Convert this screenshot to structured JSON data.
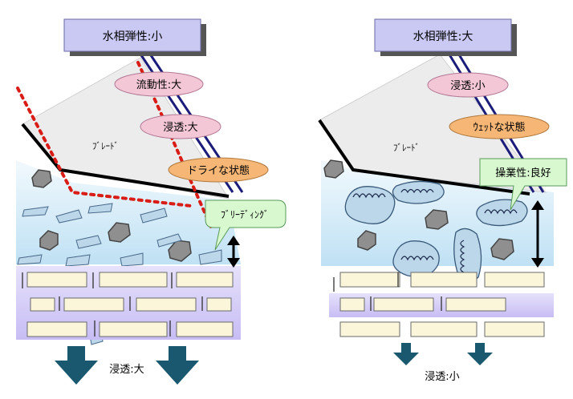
{
  "left_panel": {
    "title": "水相弾性:小",
    "label_fluidity": "流動性:大",
    "label_penetration": "浸透:大",
    "label_dry": "ドライな状態",
    "blade_label": "ﾌﾞﾚｰﾄﾞ",
    "bleeding_label": "ﾌﾞﾘｰﾃﾞｨﾝｸﾞ",
    "bottom_label": "浸透:大"
  },
  "right_panel": {
    "title": "水相弾性:大",
    "label_penetration": "浸透:小",
    "label_wet": "ｳｪｯﾄな状態",
    "blade_label": "ﾌﾞﾚｰﾄﾞ",
    "workability_label": "操業性:良好",
    "bottom_label": "浸透:小"
  },
  "colors": {
    "title_box": "#c9c9f3",
    "pink_oval": "#f4c7d6",
    "orange_oval": "#f6b676",
    "light_green_bubble": "#d8f8d0",
    "coat_gradient_top": "#e6f2f9",
    "coat_gradient_bottom": "#bfe1f4",
    "fiber_blue": "#bcd6ea",
    "stone_gray": "#8f8f8f",
    "substrate_cream": "#fbf5d9",
    "substrate_lilac": "#c7bdf4",
    "arrow_navy": "#19586f",
    "dotted_red": "#d91c16",
    "blade_gray": "#e9e9e9"
  }
}
